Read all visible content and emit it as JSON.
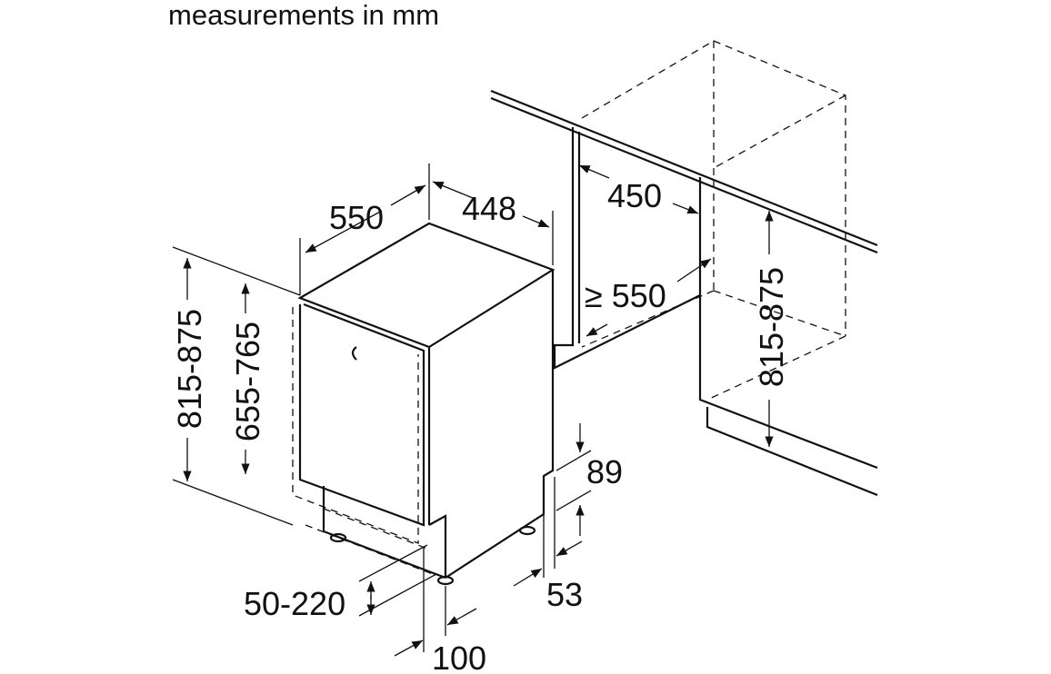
{
  "title": "measurements in mm",
  "dimensions": {
    "depth": "550",
    "width": "448",
    "niche_width": "450",
    "niche_depth": "≥ 550",
    "height_left": "815-875",
    "door_height": "655-765",
    "niche_height": "815-875",
    "plinth_top": "89",
    "plinth_depth": "53",
    "plinth_height": "50-220",
    "plinth_setback": "100"
  }
}
